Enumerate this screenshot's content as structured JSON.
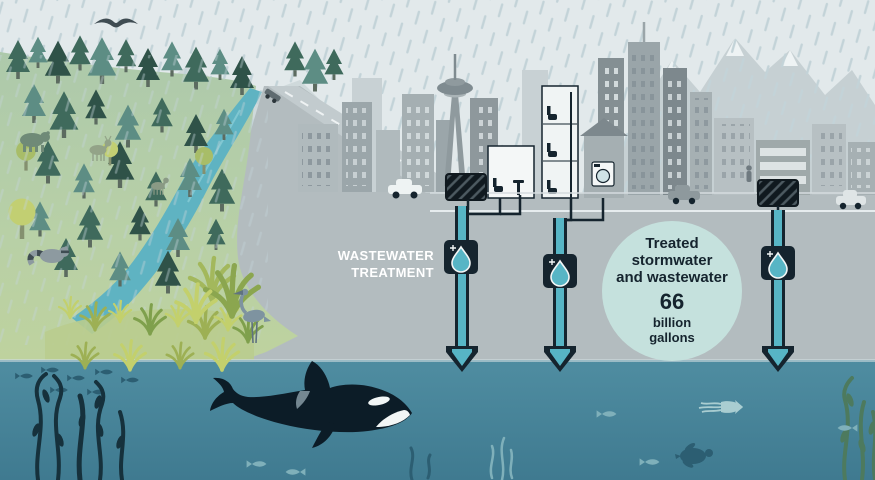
{
  "meta": {
    "description": "Watershed cross-section: forest and wetland draining to the sea beside a city whose storm drains and plumbing feed treated water outfalls into the sound"
  },
  "labels": {
    "wastewater_treatment": "WASTEWATER\nTREATMENT",
    "badge": {
      "title": "Treated\nstormwater\nand wastewater",
      "value": "66",
      "unit": "billion\ngallons"
    }
  },
  "icons": [
    "treated-water-drop-icon",
    "storm-drain-grate-icon",
    "outfall-arrow-pipe-icon",
    "rain-streaks",
    "space-needle",
    "orca",
    "heron",
    "eagle",
    "bear",
    "deer",
    "raccoon",
    "fish",
    "kelp",
    "squid",
    "sea-turtle"
  ],
  "colors": {
    "sky": "#e2e9eb",
    "rain": "#c3d3d8",
    "city_gray": "#b3bcbf",
    "building_dark": "#7d888d",
    "navy": "#15242e",
    "teal_accent": "#57b5c5",
    "river": "#5fb3c2",
    "water": "#4f8da1",
    "badge_fill": "#c5e1dd",
    "forest_green": "#b8d0a6",
    "label_text": "#ffffff"
  }
}
